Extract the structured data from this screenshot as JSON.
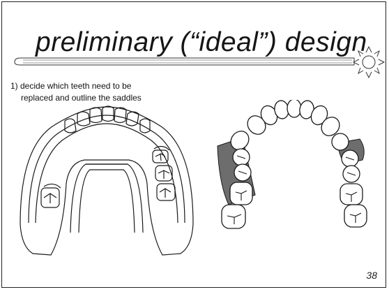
{
  "slide": {
    "title": "preliminary (“ideal”) design",
    "instruction_line1": "1)  decide which teeth need to be",
    "instruction_line2": "replaced and outline the saddles",
    "page_number": "38"
  },
  "figures": {
    "left": "upper-jaw-cast-with-metal-framework",
    "right": "lower-arch-with-shaded-saddles",
    "decoration": "sun-icon"
  },
  "colors": {
    "saddle_fill": "#6d6d6d",
    "line": "#1a1a1a"
  }
}
